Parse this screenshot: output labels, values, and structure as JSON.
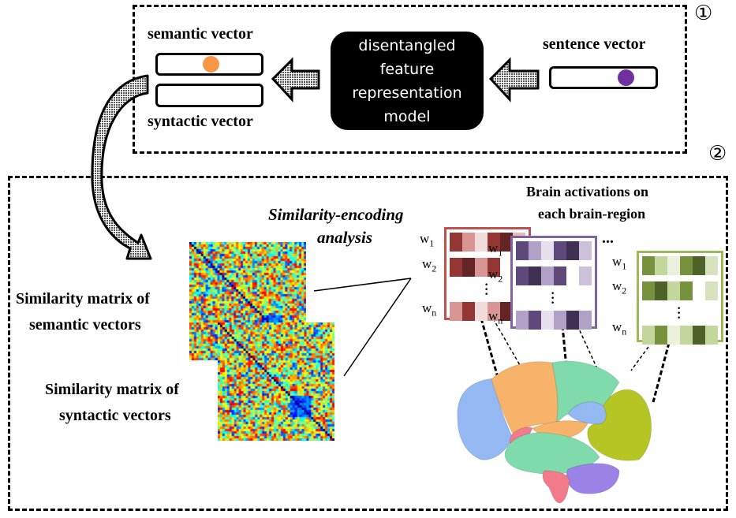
{
  "stage1": {
    "marker": "①",
    "semantic_label": "semantic vector",
    "syntactic_label": "syntactic vector",
    "model_lines": [
      "disentangled",
      "feature",
      "representation",
      "model"
    ],
    "sentence_label": "sentence vector",
    "semantic_dot_color": "#f79646",
    "sentence_dot_color": "#7030a0"
  },
  "stage2": {
    "marker": "②",
    "analysis_title_line1": "Similarity-encoding",
    "analysis_title_line2": "analysis",
    "semantic_matrix_label_line1": "Similarity matrix of",
    "semantic_matrix_label_line2": "semantic vectors",
    "syntactic_matrix_label_line1": "Similarity matrix of",
    "syntactic_matrix_label_line2": "syntactic vectors",
    "brain_title_line1": "Brain activations on",
    "brain_title_line2": "each brain-region",
    "ellipsis": "...",
    "row_labels": {
      "w1": "w",
      "w1_sub": "1",
      "w2": "w",
      "w2_sub": "2",
      "wn": "w",
      "wn_sub": "n"
    },
    "activation_panels": [
      {
        "name": "red",
        "border": "#c0504d",
        "rows": [
          [
            "#943634",
            "#d99594",
            "#f2dcdb",
            "#943634",
            "#632423",
            "#e6b9b8"
          ],
          [
            "#943634",
            "#632423",
            "#d99594",
            "#943634",
            "#ffffff",
            "#e6b9b8"
          ],
          [
            "#d99594",
            "#943634",
            "#f2dcdb",
            "#d99594",
            "#632423",
            "#d99594"
          ]
        ]
      },
      {
        "name": "purple",
        "border": "#8064a2",
        "rows": [
          [
            "#5f497a",
            "#b2a1c7",
            "#e5e0ec",
            "#5f497a",
            "#3f3151",
            "#ccc1d9"
          ],
          [
            "#5f497a",
            "#3f3151",
            "#b2a1c7",
            "#5f497a",
            "#ffffff",
            "#ccc1d9"
          ],
          [
            "#b2a1c7",
            "#5f497a",
            "#e5e0ec",
            "#b2a1c7",
            "#3f3151",
            "#b2a1c7"
          ]
        ]
      },
      {
        "name": "green",
        "border": "#9bbb59",
        "rows": [
          [
            "#76923c",
            "#c3d69b",
            "#ebf1dd",
            "#76923c",
            "#4f6228",
            "#d7e3bc"
          ],
          [
            "#76923c",
            "#4f6228",
            "#c3d69b",
            "#76923c",
            "#ffffff",
            "#d7e3bc"
          ],
          [
            "#c3d69b",
            "#76923c",
            "#ebf1dd",
            "#c3d69b",
            "#4f6228",
            "#c3d69b"
          ]
        ]
      }
    ],
    "brain_region_colors": {
      "frontal": "#93b8f2",
      "precentral": "#f7b36a",
      "parietal": "#7fdbac",
      "occipital": "#b5c624",
      "temporal": "#7fdbac",
      "insula": "#93b8f2",
      "cerebellum": "#9b82e6",
      "brainstem": "#f27a8a",
      "orbital": "#f27a8a",
      "sylvian": "#f7b36a"
    }
  }
}
